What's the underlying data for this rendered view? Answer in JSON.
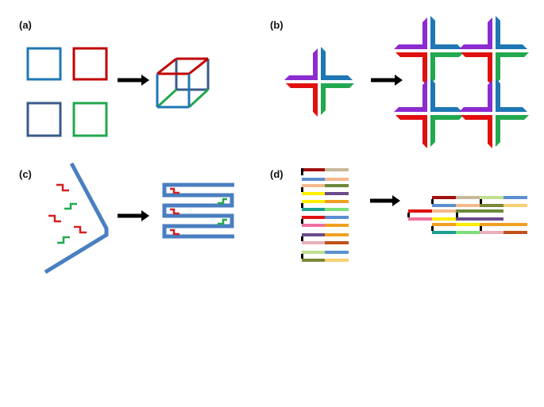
{
  "panels": {
    "a": {
      "label": "(a)"
    },
    "b": {
      "label": "(b)"
    },
    "c": {
      "label": "(c)"
    },
    "d": {
      "label": "(d)"
    }
  },
  "colors": {
    "blue": "#1f77b4",
    "red": "#c00000",
    "slate": "#3a5a8a",
    "green": "#22a84f",
    "purple": "#8b2bd0",
    "steel": "#4a7fc0",
    "arrow": "#000000"
  },
  "icons": {
    "arrow": "right-arrow-icon"
  }
}
